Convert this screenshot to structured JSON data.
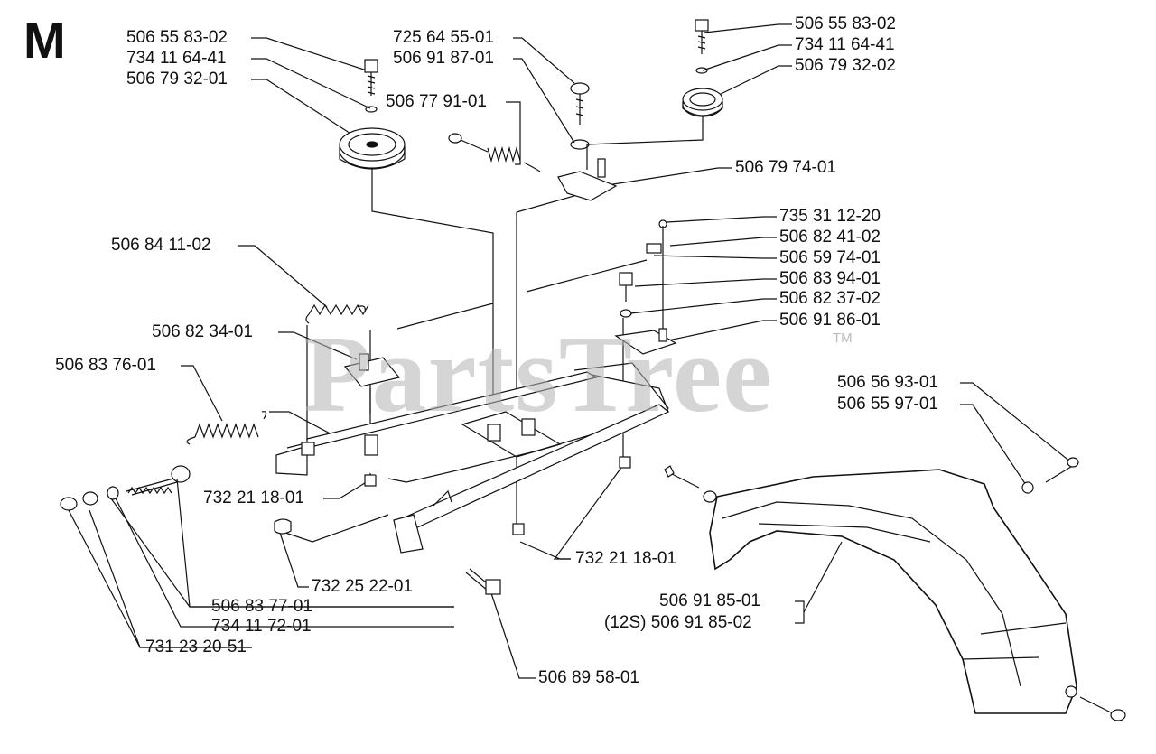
{
  "section_letter": "M",
  "watermark": {
    "text": "PartsTree",
    "tm": "TM"
  },
  "labels": {
    "p_506_55_83_02_left": "506 55 83-02",
    "p_734_11_64_41_left": "734 11 64-41",
    "p_506_79_32_01": "506 79 32-01",
    "p_725_64_55_01": "725 64 55-01",
    "p_506_91_87_01": "506 91 87-01",
    "p_506_77_91_01": "506 77 91-01",
    "p_506_55_83_02_right": "506 55 83-02",
    "p_734_11_64_41_right": "734 11 64-41",
    "p_506_79_32_02": "506 79 32-02",
    "p_506_79_74_01": "506 79 74-01",
    "p_735_31_12_20": "735 31 12-20",
    "p_506_82_41_02": "506 82 41-02",
    "p_506_59_74_01": "506 59 74-01",
    "p_506_83_94_01": "506 83 94-01",
    "p_506_82_37_02": "506 82 37-02",
    "p_506_91_86_01": "506 91 86-01",
    "p_506_84_11_02": "506 84 11-02",
    "p_506_82_34_01": "506 82 34-01",
    "p_506_83_76_01": "506 83 76-01",
    "p_506_56_93_01": "506 56 93-01",
    "p_506_55_97_01": "506 55 97-01",
    "p_732_21_18_01_left": "732 21 18-01",
    "p_732_21_18_01_right": "732 21 18-01",
    "p_732_25_22_01": "732 25 22-01",
    "p_506_83_77_01": "506 83 77-01",
    "p_734_11_72_01": "734 11 72-01",
    "p_731_23_20_51": "731 23 20-51",
    "p_506_89_58_01": "506 89 58-01",
    "p_506_91_85_01": "506 91 85-01",
    "p_506_91_85_02": "(12S) 506 91 85-02"
  }
}
